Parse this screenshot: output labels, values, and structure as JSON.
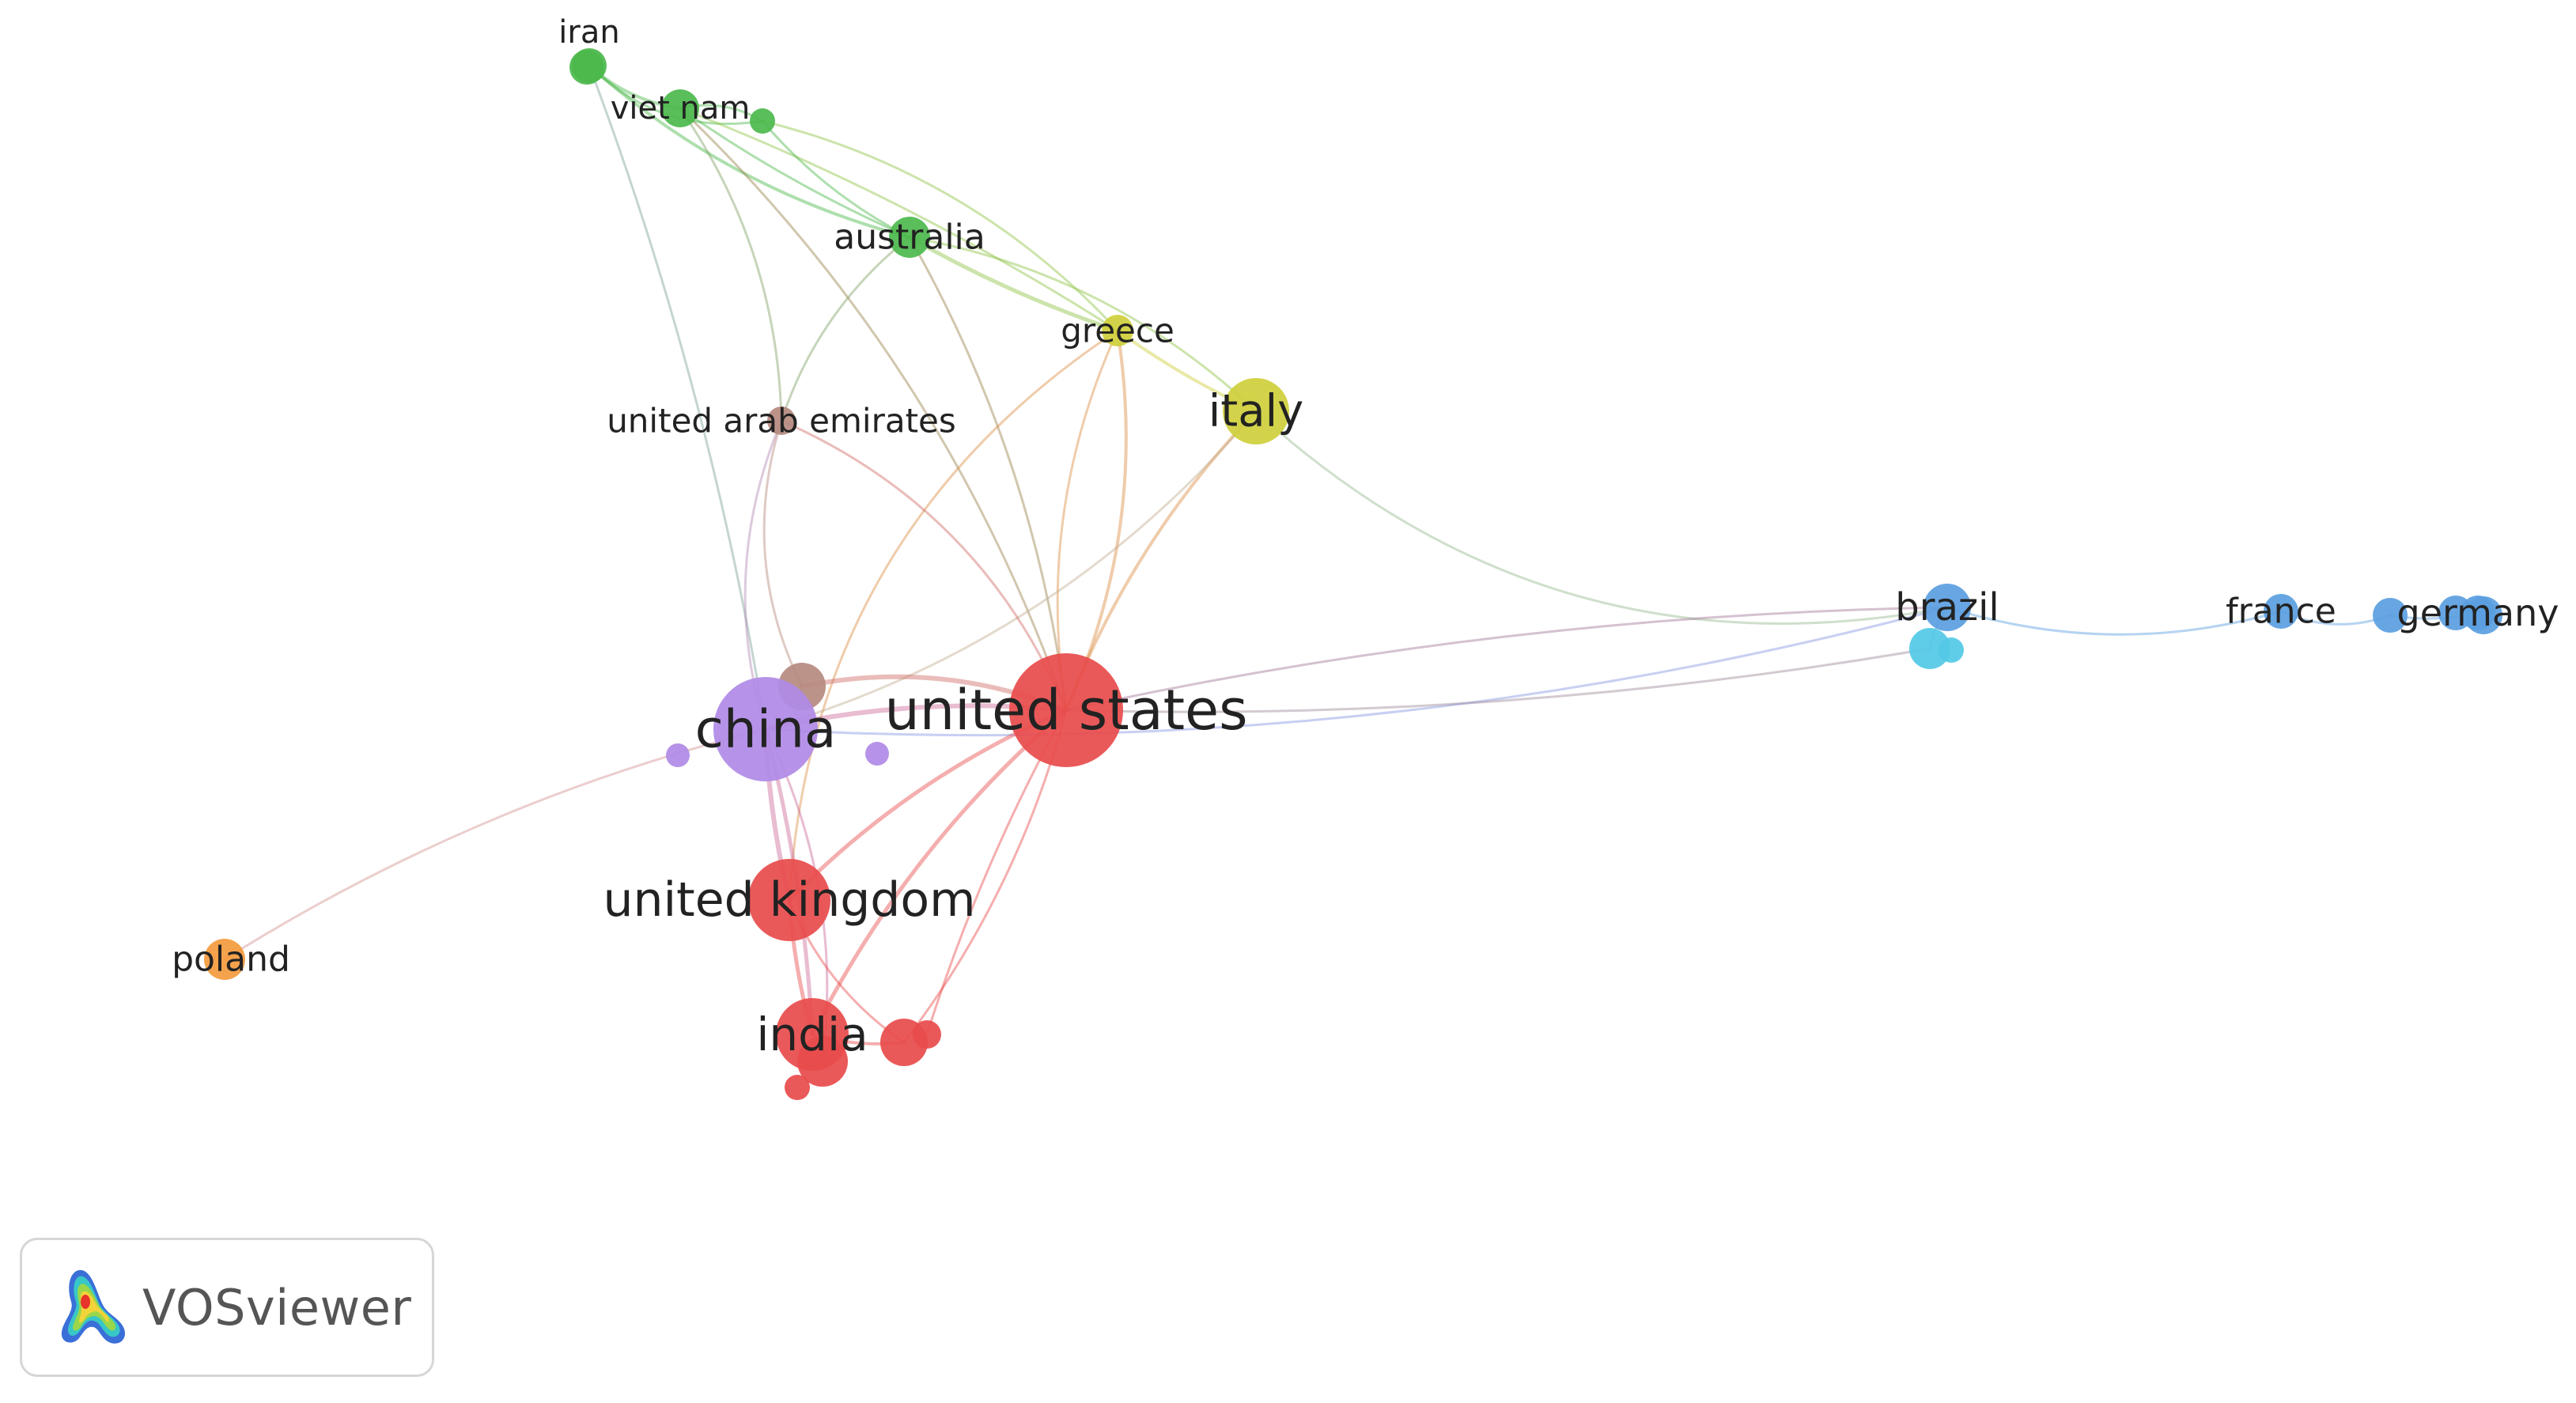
{
  "network": {
    "countries": [
      {
        "id": "iran",
        "label": "iran",
        "cluster": "green"
      },
      {
        "id": "viet-nam",
        "label": "viet nam",
        "cluster": "green"
      },
      {
        "id": "australia",
        "label": "australia",
        "cluster": "green"
      },
      {
        "id": "greece",
        "label": "greece",
        "cluster": "yellow"
      },
      {
        "id": "italy",
        "label": "italy",
        "cluster": "yellow"
      },
      {
        "id": "united-arab-emirates",
        "label": "united arab emirates",
        "cluster": "brown"
      },
      {
        "id": "united-states",
        "label": "united states",
        "cluster": "red"
      },
      {
        "id": "china",
        "label": "china",
        "cluster": "purple"
      },
      {
        "id": "united-kingdom",
        "label": "united kingdom",
        "cluster": "red"
      },
      {
        "id": "india",
        "label": "india",
        "cluster": "red"
      },
      {
        "id": "poland",
        "label": "poland",
        "cluster": "orange"
      },
      {
        "id": "brazil",
        "label": "brazil",
        "cluster": "blue"
      },
      {
        "id": "france",
        "label": "france",
        "cluster": "blue"
      },
      {
        "id": "germany",
        "label": "germany",
        "cluster": "blue"
      }
    ],
    "cluster_colors": {
      "red": "#e84b4b",
      "green": "#4cb84c",
      "yellow": "#cfcf3c",
      "purple": "#b08ae6",
      "brown": "#b58a7f",
      "blue": "#5a9ee0",
      "cyan": "#52c9e6",
      "orange": "#f39a3c"
    }
  },
  "logo": {
    "text": "VOSviewer"
  }
}
